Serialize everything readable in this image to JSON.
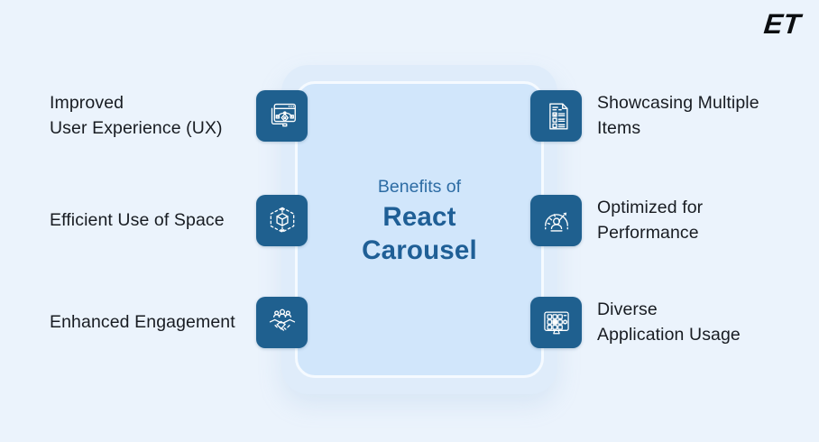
{
  "page": {
    "background": "#ebf3fc"
  },
  "logo": {
    "text": "ET"
  },
  "center": {
    "subtitle": "Benefits of",
    "title": "React\nCarousel",
    "subtitle_color": "#2d6ca4",
    "title_color": "#1f5f96",
    "card_bg": "#d1e6fb",
    "halo_bg": "#dfecfa",
    "border_color": "#f5faff"
  },
  "colors": {
    "tile_bg": "#1f608f",
    "icon_stroke": "#ffffff",
    "label_text": "#181c22"
  },
  "items": {
    "left": [
      {
        "label": "Improved\nUser Experience (UX)",
        "icon": "ux-design-icon"
      },
      {
        "label": "Efficient Use of Space",
        "icon": "cube-space-icon"
      },
      {
        "label": "Enhanced Engagement",
        "icon": "handshake-engagement-icon"
      }
    ],
    "right": [
      {
        "label": "Showcasing Multiple\nItems",
        "icon": "checklist-items-icon"
      },
      {
        "label": "Optimized for\nPerformance",
        "icon": "performance-gauge-icon"
      },
      {
        "label": "Diverse\nApplication Usage",
        "icon": "apps-monitor-icon"
      }
    ]
  }
}
